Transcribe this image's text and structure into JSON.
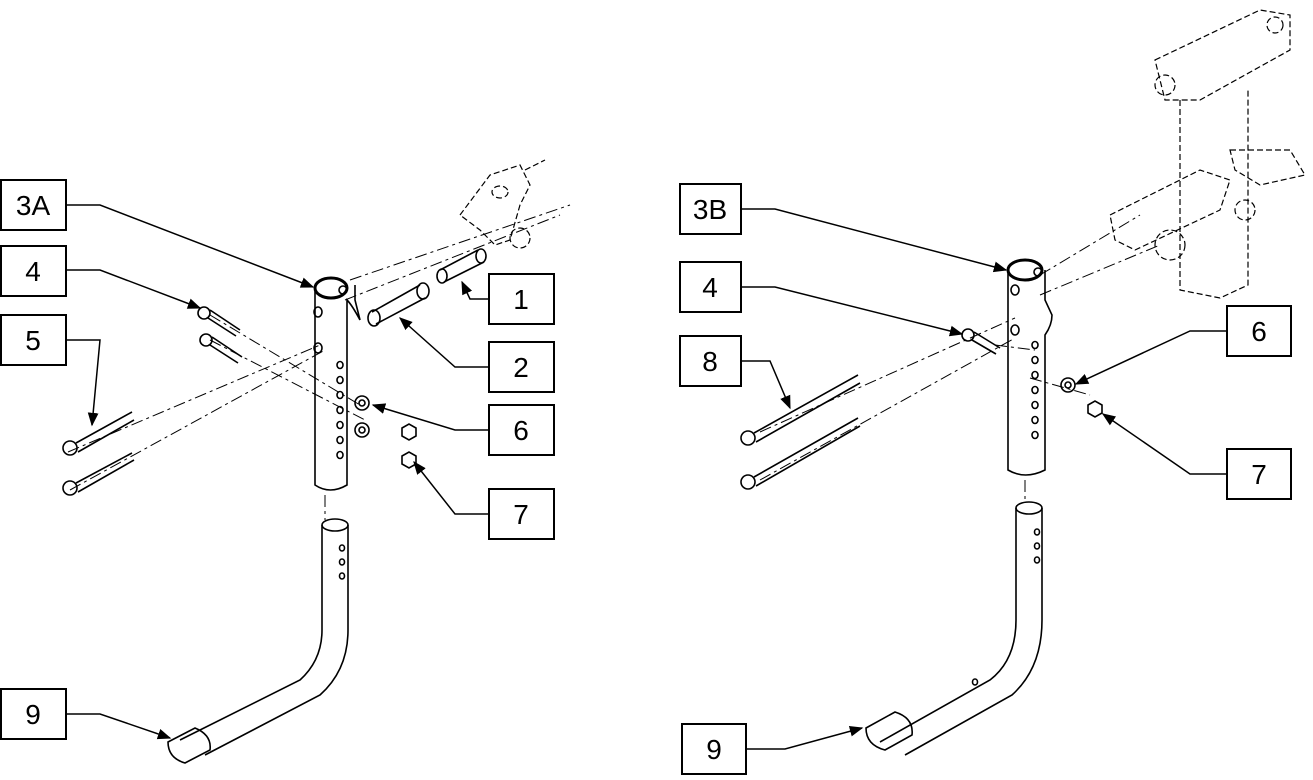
{
  "left_assembly": {
    "callouts": [
      {
        "id": "3A",
        "label": "3A"
      },
      {
        "id": "4",
        "label": "4"
      },
      {
        "id": "5",
        "label": "5"
      },
      {
        "id": "9",
        "label": "9"
      },
      {
        "id": "1",
        "label": "1"
      },
      {
        "id": "2",
        "label": "2"
      },
      {
        "id": "6",
        "label": "6"
      },
      {
        "id": "7",
        "label": "7"
      }
    ]
  },
  "right_assembly": {
    "callouts": [
      {
        "id": "3B",
        "label": "3B"
      },
      {
        "id": "4",
        "label": "4"
      },
      {
        "id": "8",
        "label": "8"
      },
      {
        "id": "9",
        "label": "9"
      },
      {
        "id": "6",
        "label": "6"
      },
      {
        "id": "7",
        "label": "7"
      }
    ]
  },
  "colors": {
    "line": "#000000",
    "background": "#ffffff"
  }
}
